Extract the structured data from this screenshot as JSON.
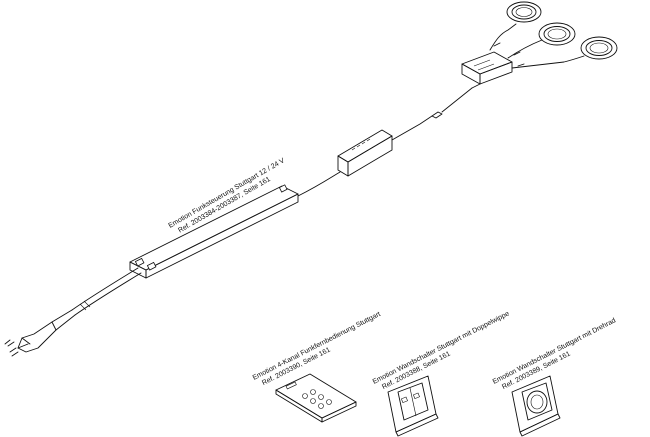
{
  "driver_label": {
    "line1": "Emotion Funksteuerung Stuttgart 12 / 24 V",
    "line2": "Ref. 2003384-2003387, Seite 161"
  },
  "remote_label": {
    "line1": "Emotion 4-Kanal Funkfernbedienung Stuttgart",
    "line2": "Ref. 2003390, Seite 161"
  },
  "wallswitch_label": {
    "line1": "Emotion Wandschalter Stuttgart mit Doppelwippe",
    "line2": "Ref. 2003388, Seite 161"
  },
  "dimmer_label": {
    "line1": "Emotion Wandschalter Stuttgart mit Drehrad",
    "line2": "Ref. 2003389, Seite 161"
  }
}
